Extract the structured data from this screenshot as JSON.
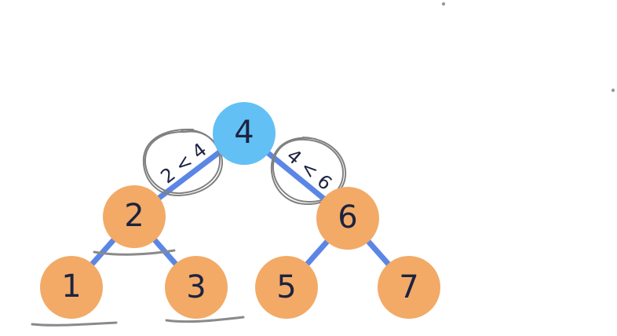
{
  "diagram": {
    "type": "binary-search-tree",
    "nodes": [
      {
        "id": "n4",
        "label": "4",
        "color": "#62c0f4",
        "role": "root"
      },
      {
        "id": "n2",
        "label": "2",
        "color": "#f2aa66"
      },
      {
        "id": "n6",
        "label": "6",
        "color": "#f2aa66"
      },
      {
        "id": "n1",
        "label": "1",
        "color": "#f2aa66"
      },
      {
        "id": "n3",
        "label": "3",
        "color": "#f2aa66"
      },
      {
        "id": "n5",
        "label": "5",
        "color": "#f2aa66"
      },
      {
        "id": "n7",
        "label": "7",
        "color": "#f2aa66"
      }
    ],
    "edges": [
      {
        "from": "n4",
        "to": "n2"
      },
      {
        "from": "n4",
        "to": "n6"
      },
      {
        "from": "n2",
        "to": "n1"
      },
      {
        "from": "n2",
        "to": "n3"
      },
      {
        "from": "n6",
        "to": "n5"
      },
      {
        "from": "n6",
        "to": "n7"
      }
    ],
    "edge_annotations": [
      {
        "edge": "n4-n2",
        "text": "2 < 4",
        "circled": true
      },
      {
        "edge": "n4-n6",
        "text": "4 < 6",
        "circled": true
      }
    ],
    "underlined_nodes": [
      "n2",
      "n1",
      "n3"
    ],
    "colors": {
      "edge": "#5b86e5",
      "root": "#62c0f4",
      "node": "#f2aa66",
      "text": "#1c2340",
      "annotation_ink": "#808080"
    }
  }
}
